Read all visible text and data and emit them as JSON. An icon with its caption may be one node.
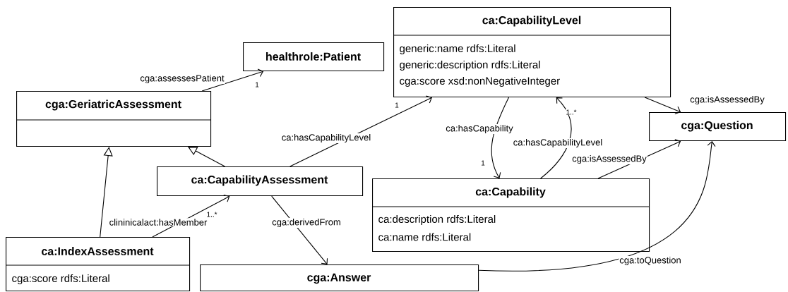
{
  "diagram": {
    "nodes": [
      {
        "text": [
          "healthrole:Patient"
        ]
      },
      {
        "text": [
          "cga:GeriatricAssessment"
        ]
      },
      {
        "text": [
          "ca:CapabilityLevel",
          "generic:name rdfs:Literal",
          "generic:description rdfs:Literal",
          "cga:score xsd:nonNegativeInteger"
        ]
      },
      {
        "text": [
          "cga:Question"
        ]
      },
      {
        "text": [
          "ca:CapabilityAssessment"
        ]
      },
      {
        "text": [
          "ca:Capability",
          "ca:description rdfs:Literal",
          "ca:name rdfs:Literal"
        ]
      },
      {
        "text": [
          "ca:IndexAssessment",
          "cga:score rdfs:Literal"
        ]
      },
      {
        "text": [
          "cga:Answer"
        ]
      }
    ],
    "edges": [
      {
        "from": 1,
        "to": 0,
        "arrow": "to",
        "label": "cga:assessesPatient"
      },
      {
        "from": 4,
        "to": 1,
        "arrow": "to"
      },
      {
        "from": 6,
        "to": 1,
        "arrow": "to"
      },
      {
        "from": 4,
        "to": 2,
        "arrow": "to",
        "label": "ca:hasCapabilityLevel"
      },
      {
        "from": 2,
        "to": 5,
        "arrow": "to",
        "label": "ca:hasCapability"
      },
      {
        "from": 5,
        "to": 2,
        "arrow": "to",
        "label": "ca:hasCapabilityLevel"
      },
      {
        "from": 2,
        "to": 3,
        "arrow": "to",
        "label": "cga:isAssessedBy"
      },
      {
        "from": 5,
        "to": 3,
        "arrow": "to",
        "label": "cga:isAssessedBy"
      },
      {
        "from": 6,
        "to": 4,
        "arrow": "to",
        "label": "clininicalact:hasMember"
      },
      {
        "from": 4,
        "to": 7,
        "arrow": "to",
        "label": "cga:derivedFrom"
      },
      {
        "from": 7,
        "to": 3,
        "arrow": "to",
        "label": "cga:toQuestion"
      }
    ],
    "labels": [
      "1",
      "1",
      "1..*",
      "1",
      "1..*"
    ]
  }
}
